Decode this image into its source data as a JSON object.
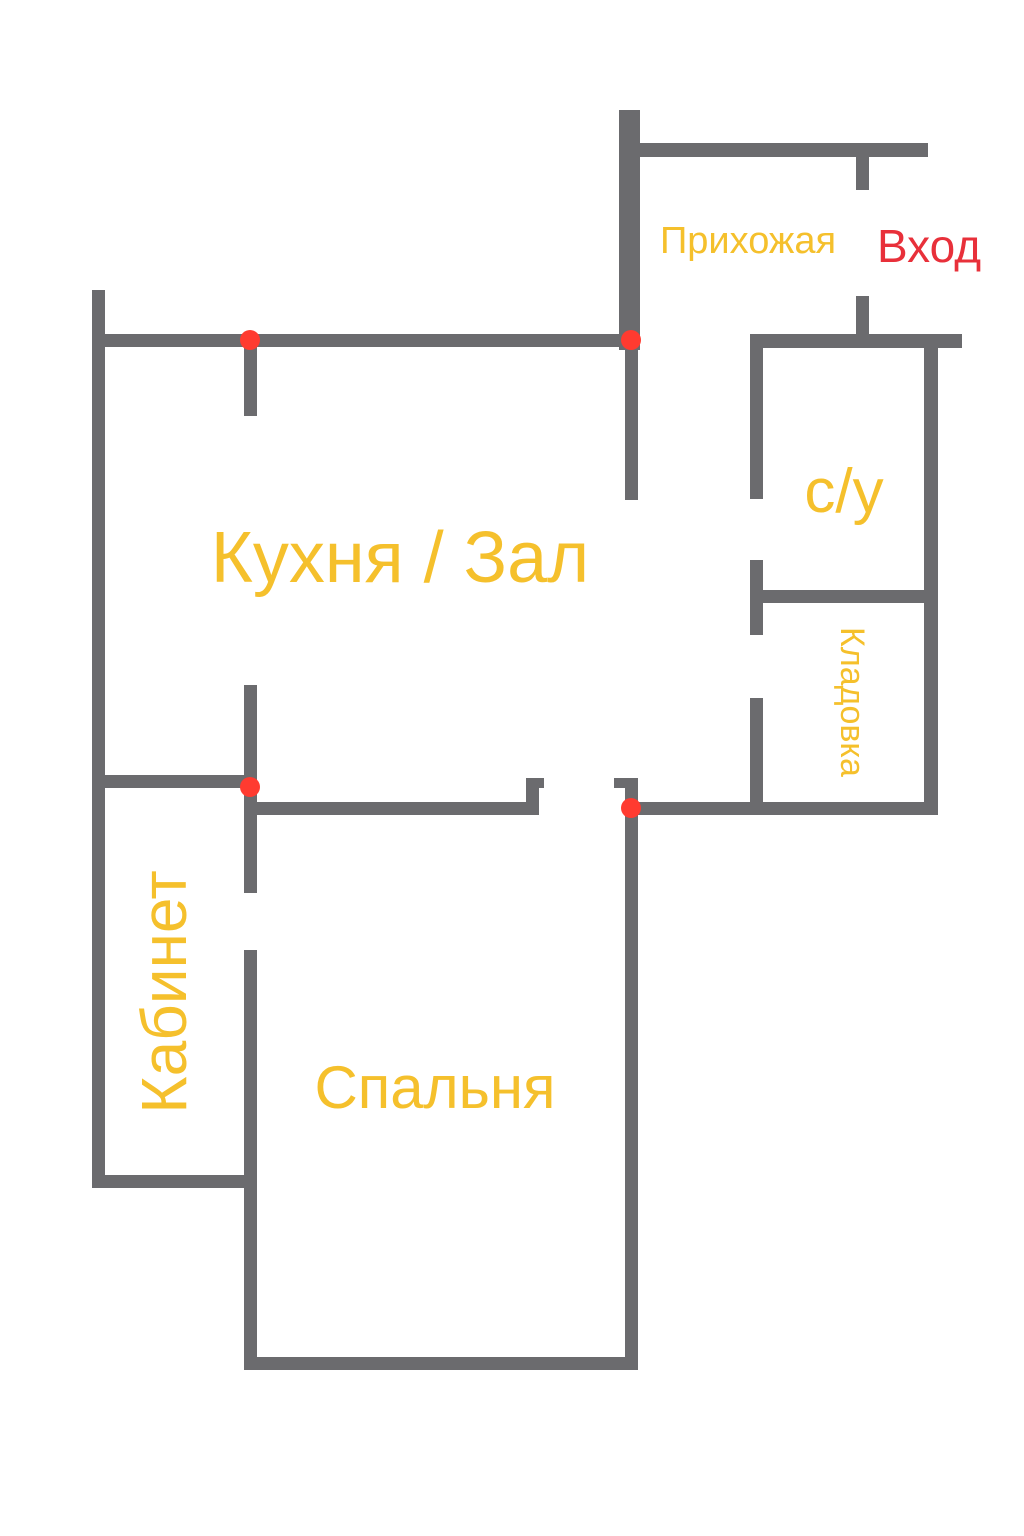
{
  "colors": {
    "wall": "#6b6b6e",
    "room_label": "#f5c02c",
    "entrance_label": "#e8303a",
    "marker": "#ff3b30",
    "background": "#ffffff"
  },
  "rooms": {
    "hallway": "Прихожая",
    "entrance": "Вход",
    "bathroom": "с/у",
    "kitchen_living": "Кухня / Зал",
    "storage": "Кладовка",
    "study": "Кабинет",
    "bedroom": "Спальня"
  }
}
